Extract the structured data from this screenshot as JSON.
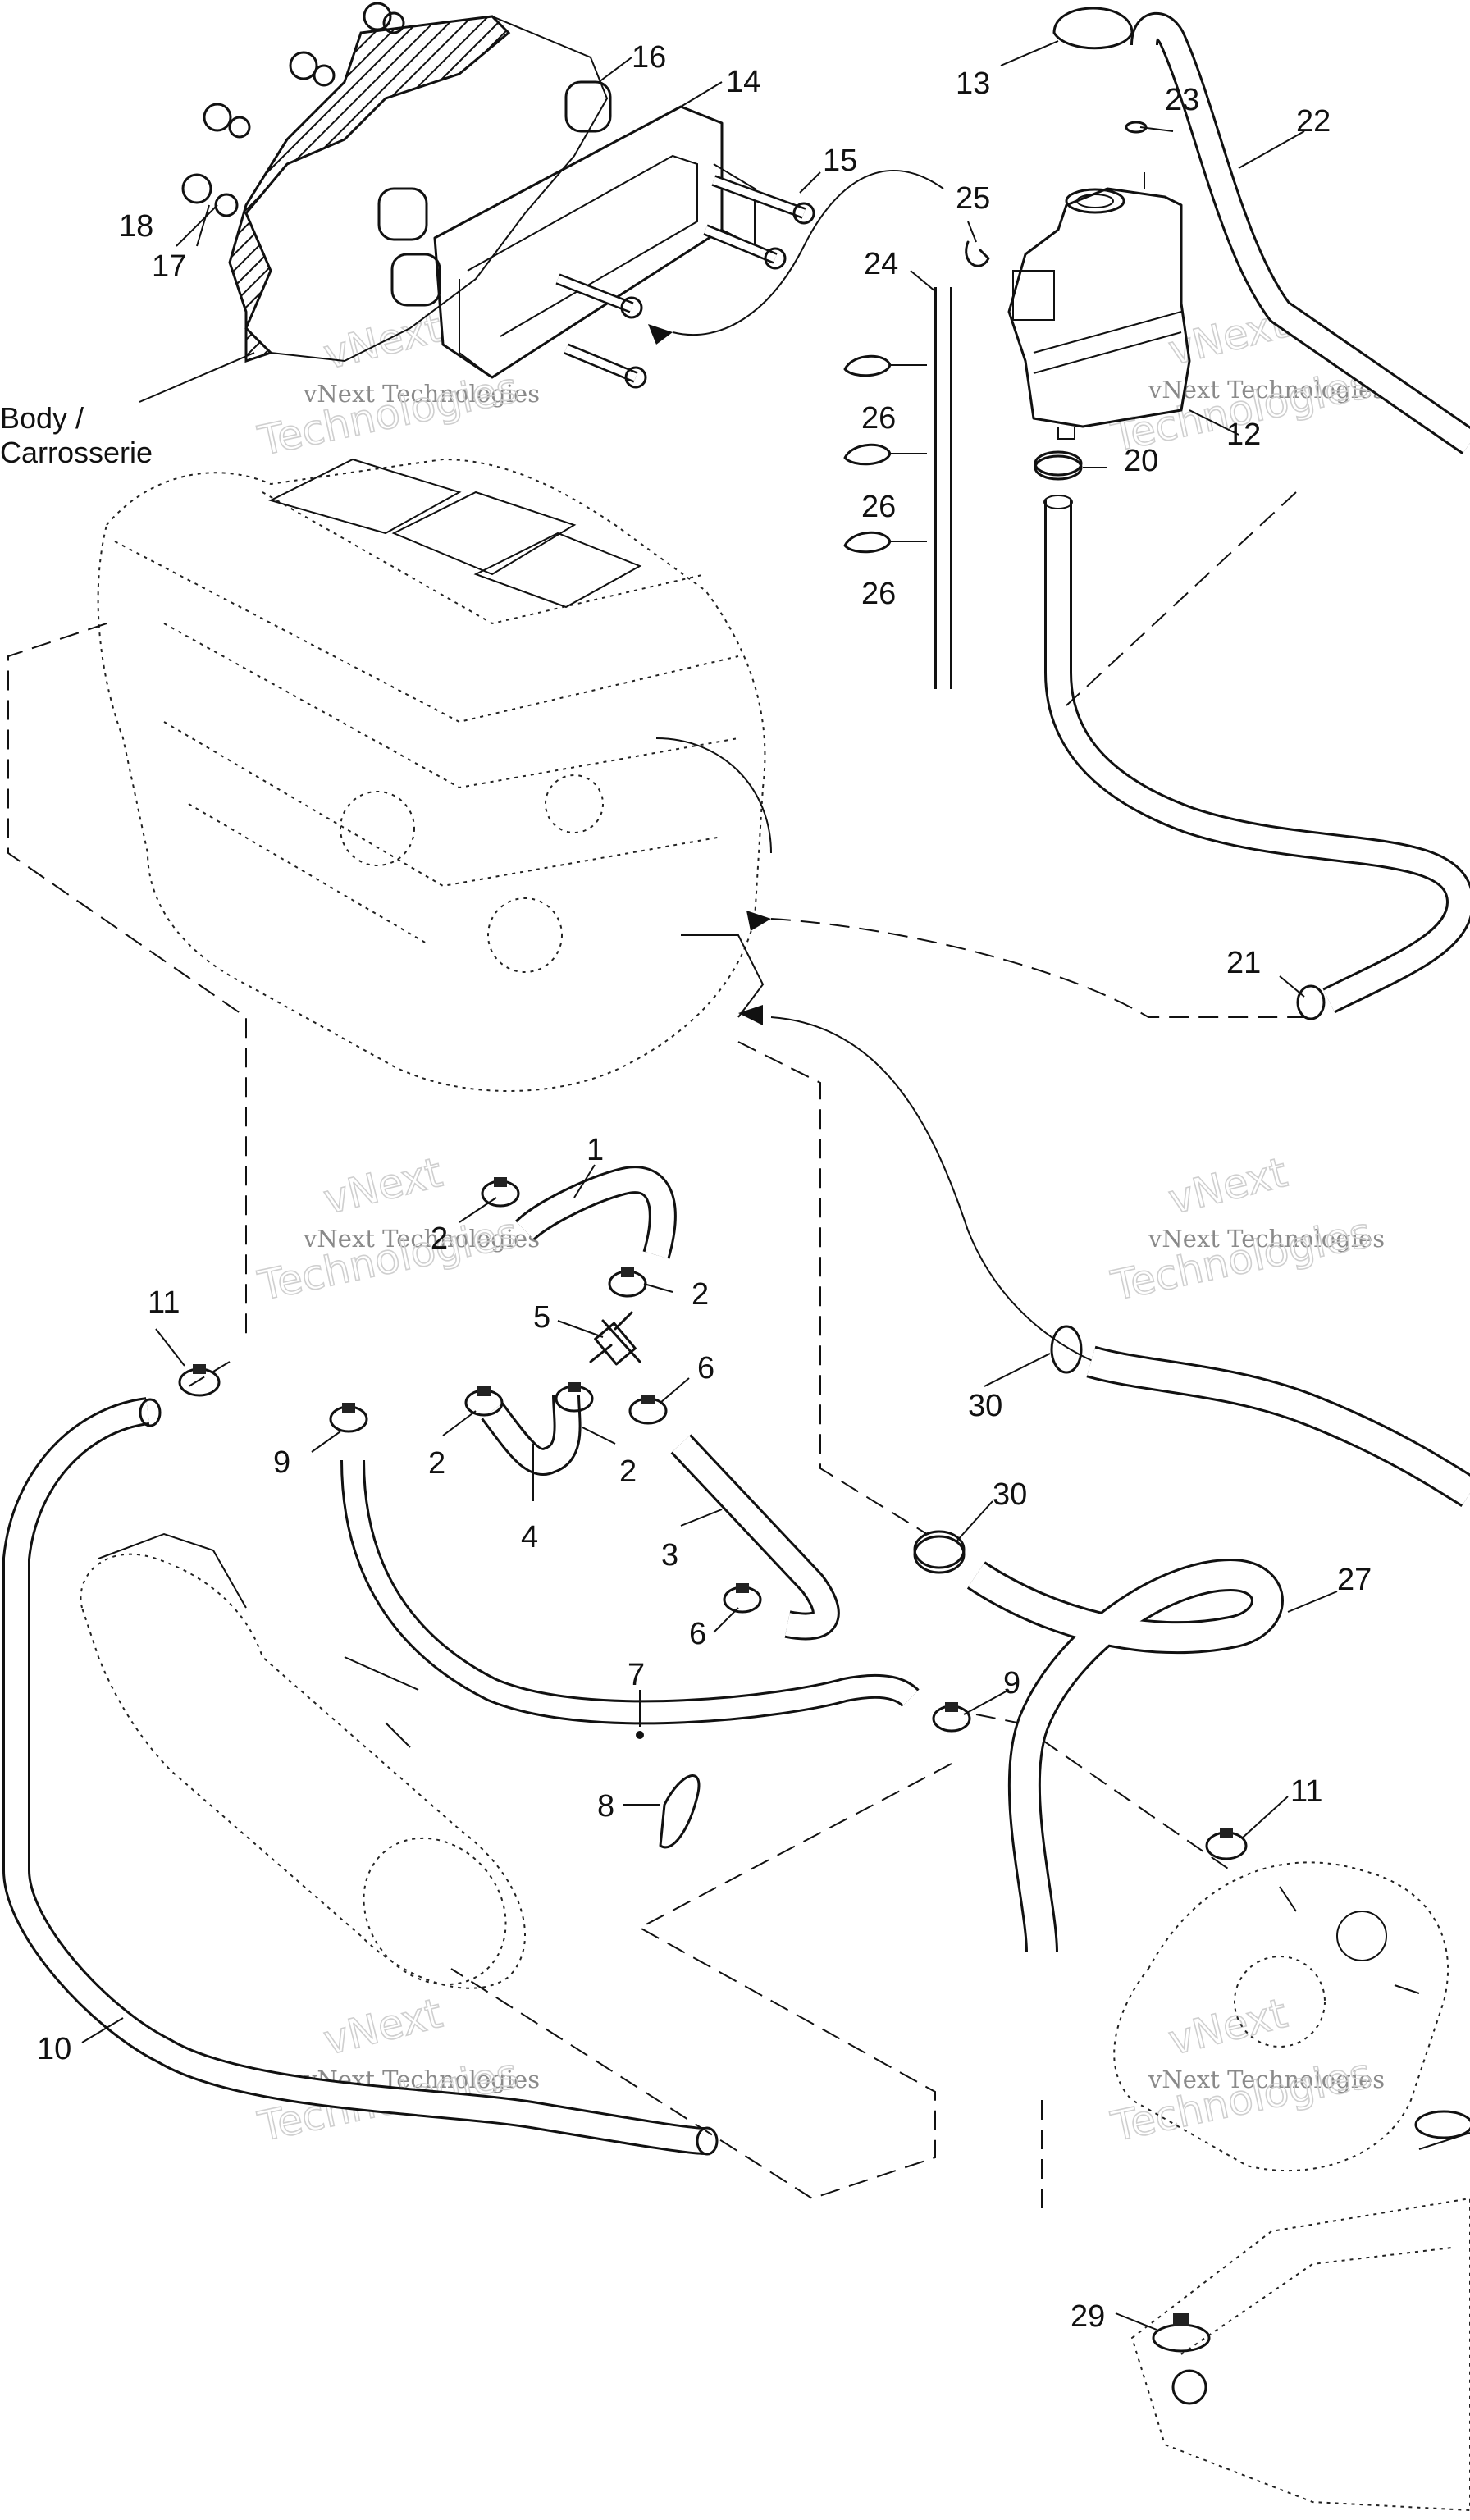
{
  "body_label": {
    "line1": "Body /",
    "line2": "Carrosserie"
  },
  "watermark": {
    "line1": "vNext Technologies",
    "line2": "Technologies",
    "line3": "vNext"
  },
  "callouts": {
    "c1": "1",
    "c2a": "2",
    "c2b": "2",
    "c2c": "2",
    "c2d": "2",
    "c3": "3",
    "c4": "4",
    "c5": "5",
    "c6a": "6",
    "c6b": "6",
    "c7": "7",
    "c8": "8",
    "c9a": "9",
    "c9b": "9",
    "c10": "10",
    "c11a": "11",
    "c11b": "11",
    "c12": "12",
    "c13": "13",
    "c14": "14",
    "c15": "15",
    "c16": "16",
    "c17": "17",
    "c18": "18",
    "c20": "20",
    "c21": "21",
    "c22": "22",
    "c23": "23",
    "c24": "24",
    "c25": "25",
    "c26a": "26",
    "c26b": "26",
    "c26c": "26",
    "c27": "27",
    "c29": "29",
    "c30a": "30",
    "c30b": "30"
  },
  "icons": {
    "engine": "engine-block-icon",
    "tank": "coolant-reservoir-icon",
    "bracket": "mounting-bracket-icon",
    "heat_exchanger": "heat-exchanger-icon",
    "pump": "water-pump-icon",
    "clamp": "hose-clamp-icon"
  },
  "colors": {
    "line": "#111111",
    "watermark": "#8a8a8a",
    "background": "#ffffff"
  }
}
